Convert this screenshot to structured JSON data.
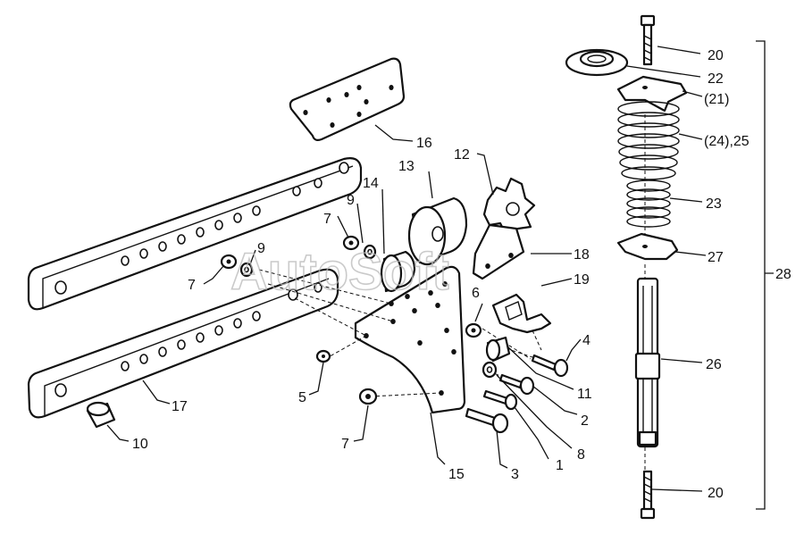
{
  "watermark": "AutoSoft",
  "callouts": [
    {
      "id": "c20a",
      "text": "20"
    },
    {
      "id": "c22",
      "text": "22"
    },
    {
      "id": "c21",
      "text": "(21)"
    },
    {
      "id": "c24",
      "text": "(24),25"
    },
    {
      "id": "c23",
      "text": "23"
    },
    {
      "id": "c27",
      "text": "27"
    },
    {
      "id": "c28",
      "text": "28"
    },
    {
      "id": "c26",
      "text": "26"
    },
    {
      "id": "c20b",
      "text": "20"
    },
    {
      "id": "c16",
      "text": "16"
    },
    {
      "id": "c13",
      "text": "13"
    },
    {
      "id": "c12",
      "text": "12"
    },
    {
      "id": "c14",
      "text": "14"
    },
    {
      "id": "c9a",
      "text": "9"
    },
    {
      "id": "c7a",
      "text": "7"
    },
    {
      "id": "c9b",
      "text": "9"
    },
    {
      "id": "c7b",
      "text": "7"
    },
    {
      "id": "c18",
      "text": "18"
    },
    {
      "id": "c19",
      "text": "19"
    },
    {
      "id": "c6",
      "text": "6"
    },
    {
      "id": "c4",
      "text": "4"
    },
    {
      "id": "c11",
      "text": "11"
    },
    {
      "id": "c2",
      "text": "2"
    },
    {
      "id": "c8",
      "text": "8"
    },
    {
      "id": "c1",
      "text": "1"
    },
    {
      "id": "c3",
      "text": "3"
    },
    {
      "id": "c15",
      "text": "15"
    },
    {
      "id": "c5",
      "text": "5"
    },
    {
      "id": "c7c",
      "text": "7"
    },
    {
      "id": "c17",
      "text": "17"
    },
    {
      "id": "c10",
      "text": "10"
    }
  ]
}
